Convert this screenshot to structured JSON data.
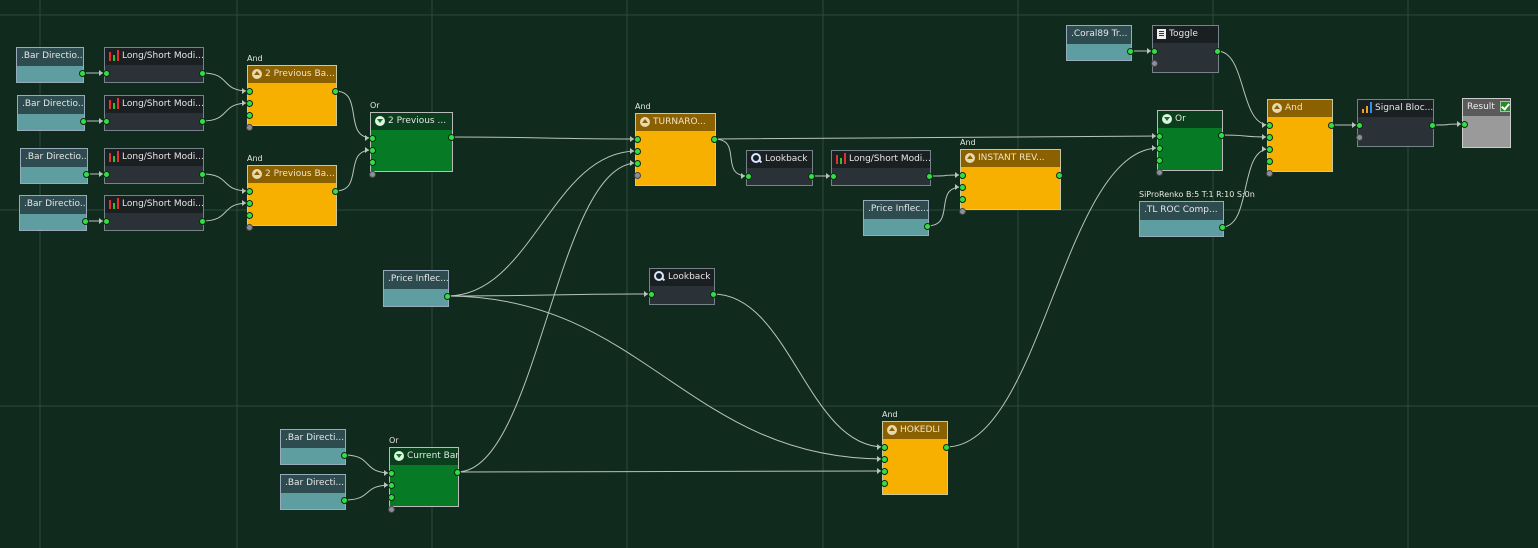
{
  "nodes": [
    {
      "id": "bd1",
      "kind": "input",
      "label": ".Bar Directio..."
    },
    {
      "id": "bd2",
      "kind": "input",
      "label": ".Bar Directio..."
    },
    {
      "id": "bd3",
      "kind": "input",
      "label": ".Bar Directio..."
    },
    {
      "id": "bd4",
      "kind": "input",
      "label": ".Bar Directio..."
    },
    {
      "id": "ls1",
      "kind": "mod",
      "icon": "long-short-icon",
      "label": "Long/Short Modi..."
    },
    {
      "id": "ls2",
      "kind": "mod",
      "icon": "long-short-icon",
      "label": "Long/Short Modi..."
    },
    {
      "id": "ls3",
      "kind": "mod",
      "icon": "long-short-icon",
      "label": "Long/Short Modi..."
    },
    {
      "id": "ls4",
      "kind": "mod",
      "icon": "long-short-icon",
      "label": "Long/Short Modi..."
    },
    {
      "id": "and1",
      "kind": "and",
      "icon": "collapse-icon",
      "badge": "And",
      "label": "2 Previous Ba..."
    },
    {
      "id": "and2",
      "kind": "and",
      "icon": "collapse-icon",
      "badge": "And",
      "label": "2 Previous Ba..."
    },
    {
      "id": "or1",
      "kind": "or",
      "icon": "or-icon",
      "badge": "Or",
      "label": "2 Previous ..."
    },
    {
      "id": "turn",
      "kind": "and",
      "icon": "collapse-icon",
      "badge": "And",
      "label": "TURNARO..."
    },
    {
      "id": "look1",
      "kind": "mod",
      "icon": "lookback-icon",
      "label": "Lookback"
    },
    {
      "id": "ls5",
      "kind": "mod",
      "icon": "long-short-icon",
      "label": "Long/Short Modi..."
    },
    {
      "id": "inst",
      "kind": "and",
      "icon": "collapse-icon",
      "badge": "And",
      "label": "INSTANT REV..."
    },
    {
      "id": "pi1",
      "kind": "input",
      "label": ".Price Inflec..."
    },
    {
      "id": "pi2",
      "kind": "input",
      "label": ".Price Inflec..."
    },
    {
      "id": "look2",
      "kind": "mod",
      "icon": "lookback-icon",
      "label": "Lookback"
    },
    {
      "id": "bd5",
      "kind": "input",
      "label": ".Bar Directi..."
    },
    {
      "id": "bd6",
      "kind": "input",
      "label": ".Bar Directi..."
    },
    {
      "id": "cur",
      "kind": "or",
      "icon": "or-icon",
      "badge": "Or",
      "label": "Current Bar"
    },
    {
      "id": "hok",
      "kind": "and",
      "icon": "collapse-icon",
      "badge": "And",
      "label": "HOKEDLI"
    },
    {
      "id": "coral",
      "kind": "input",
      "label": ".Coral89 Tr..."
    },
    {
      "id": "toggle",
      "kind": "mod",
      "icon": "toggle-icon",
      "label": "Toggle"
    },
    {
      "id": "or2",
      "kind": "or",
      "icon": "or-icon",
      "label": "Or"
    },
    {
      "id": "tlroc",
      "kind": "input",
      "label": ".TL ROC Comp...",
      "badge": "SiProRenko B:5 T:1 R:10 S:0n"
    },
    {
      "id": "and3",
      "kind": "and",
      "icon": "collapse-icon",
      "label": "And"
    },
    {
      "id": "sig",
      "kind": "mod",
      "icon": "signal-icon",
      "label": "Signal Bloc..."
    },
    {
      "id": "res",
      "kind": "result",
      "icon": "check-icon",
      "label": "Result"
    }
  ],
  "colors": {
    "background": "#112a1e",
    "grid": "#2c4a3a",
    "wire": "#b9c4bc",
    "and_body": "#f7b000",
    "and_header": "#8a6000",
    "or_body": "#077a26",
    "or_header": "#0b3e1c",
    "input_body": "#5f9ea0",
    "input_header": "#2e4c50",
    "mod_body": "#2a3238",
    "mod_header": "#1a1f22",
    "port_active": "#33dd44",
    "port_inactive": "#8a8f99"
  }
}
